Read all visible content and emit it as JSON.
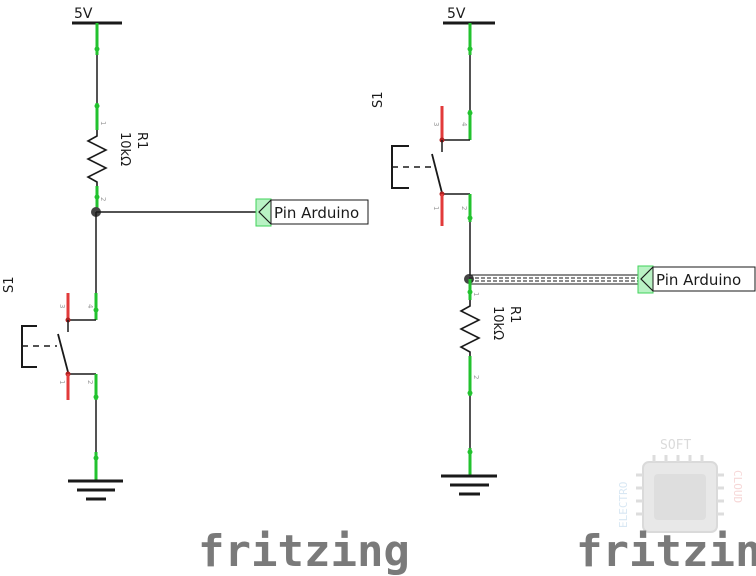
{
  "colors": {
    "wire": "#1a1a1a",
    "pin_connected": "#22c22e",
    "pin_unconnected": "#e23a3a",
    "port_fill": "#b9f2c4",
    "port_edge": "#3fd35a",
    "watermark": "#7a7a7a",
    "logo_chip": "#d6d6d6"
  },
  "left_circuit": {
    "supply_label": "5V",
    "resistor_ref": "R1",
    "resistor_value": "10kΩ",
    "switch_ref": "S1",
    "net_label": "Pin Arduino",
    "resistor_pins": [
      "1",
      "2"
    ],
    "switch_pins": [
      "3",
      "4",
      "1",
      "2"
    ]
  },
  "right_circuit": {
    "supply_label": "5V",
    "resistor_ref": "R1",
    "resistor_value": "10kΩ",
    "switch_ref": "S1",
    "net_label": "Pin Arduino",
    "resistor_pins": [
      "1",
      "2"
    ],
    "switch_pins": [
      "3",
      "4",
      "1",
      "2"
    ]
  },
  "watermarks": {
    "left": "fritzing",
    "right": "fritzing",
    "logo_top": "SOFT",
    "logo_left": "ELECTRO",
    "logo_right": "CLOUD"
  }
}
